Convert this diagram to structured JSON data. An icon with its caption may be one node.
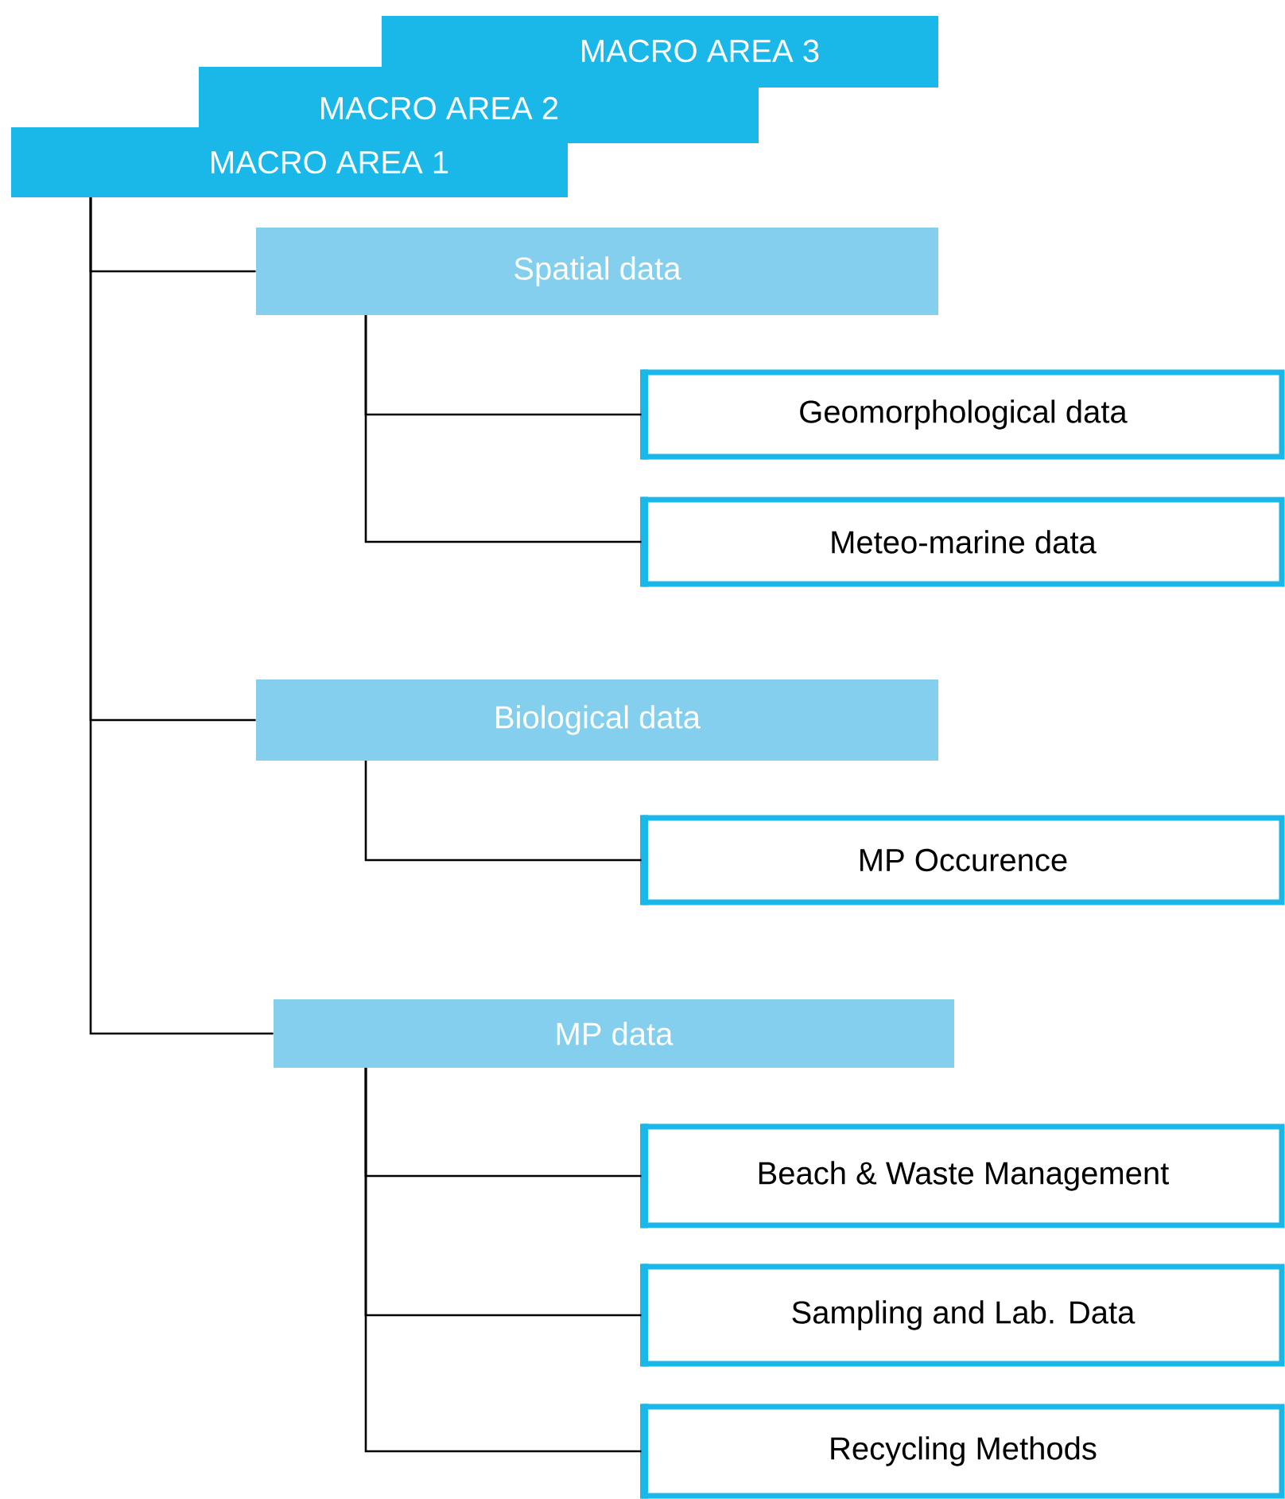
{
  "diagram": {
    "nodes": [
      {
        "text": [
          "MACRO AREA 3"
        ]
      },
      {
        "text": [
          "MACRO AREA 2"
        ]
      },
      {
        "text": [
          "MACRO AREA 1"
        ]
      },
      {
        "text": [
          "Spatial data"
        ]
      },
      {
        "text": [
          "Geomorphological data"
        ]
      },
      {
        "text": [
          "Meteo-marine data"
        ]
      },
      {
        "text": [
          "Biological data"
        ]
      },
      {
        "text": [
          "MP Occurence"
        ]
      },
      {
        "text": [
          "MP data"
        ]
      },
      {
        "text": [
          "Beach & Waste Management"
        ]
      },
      {
        "text": [
          "Sampling and Lab. Data"
        ]
      },
      {
        "text": [
          "Recycling Methods"
        ]
      }
    ],
    "edges": [
      {
        "from": 2,
        "to": 3,
        "arrow": "none"
      },
      {
        "from": 2,
        "to": 6,
        "arrow": "none"
      },
      {
        "from": 2,
        "to": 8,
        "arrow": "none"
      },
      {
        "from": 3,
        "to": 4,
        "arrow": "none"
      },
      {
        "from": 3,
        "to": 5,
        "arrow": "none"
      },
      {
        "from": 6,
        "to": 7,
        "arrow": "none"
      },
      {
        "from": 8,
        "to": 9,
        "arrow": "none"
      },
      {
        "from": 8,
        "to": 10,
        "arrow": "none"
      },
      {
        "from": 8,
        "to": 11,
        "arrow": "none"
      }
    ]
  }
}
